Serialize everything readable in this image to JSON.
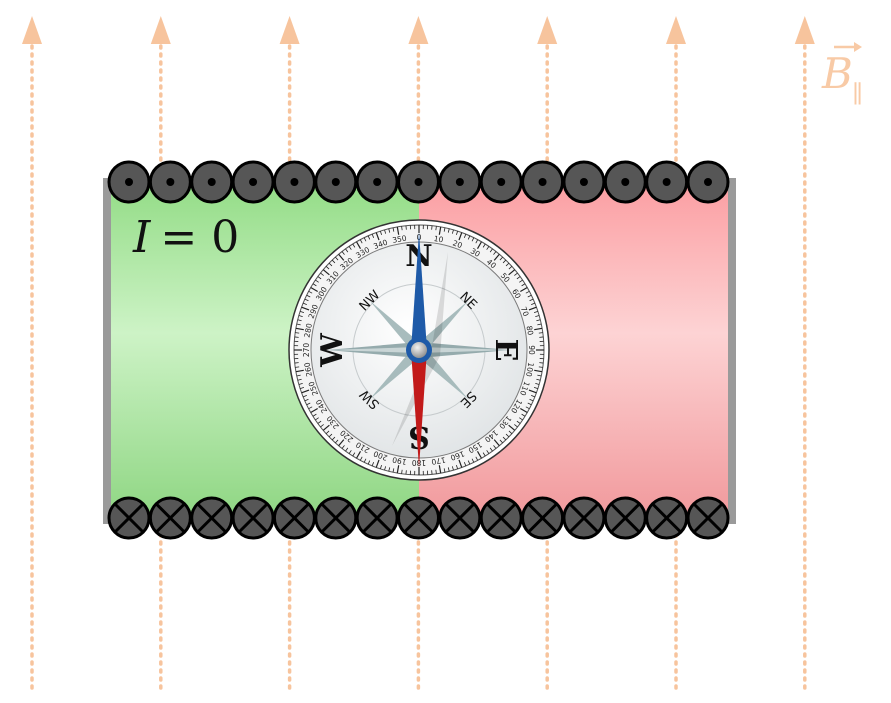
{
  "current_label": "I = 0",
  "current_label_symbol": "I",
  "current_label_relation": "= 0",
  "field_label_symbol": "B",
  "field_label_subscript": "∥",
  "compass": {
    "cardinals": {
      "north": "N",
      "east": "E",
      "south": "S",
      "west": "W"
    },
    "intercardinals": {
      "northeast": "NE",
      "southeast": "SE",
      "southwest": "SW",
      "northwest": "NW"
    },
    "degree_labels": [
      "0",
      "10",
      "20",
      "30",
      "40",
      "50",
      "60",
      "70",
      "80",
      "90",
      "100",
      "110",
      "120",
      "130",
      "140",
      "150",
      "160",
      "170",
      "180",
      "190",
      "200",
      "210",
      "220",
      "230",
      "240",
      "250",
      "260",
      "270",
      "280",
      "290",
      "300",
      "310",
      "320",
      "330",
      "340",
      "350"
    ],
    "needle_heading_deg": 0
  },
  "coil": {
    "top_row_symbol": "out-of-page (dot)",
    "bottom_row_symbol": "into-page (cross)",
    "turn_count": 15
  },
  "colors": {
    "field_lines": "#f7c49d",
    "field_label": "#f8caa6",
    "north_region": "#a8e5a0",
    "south_region": "#f8a9ab",
    "coil_fill": "#565656",
    "end_caps": "#9a9a9a",
    "needle_north": "#1e5aa8",
    "needle_south": "#c21a1a"
  }
}
